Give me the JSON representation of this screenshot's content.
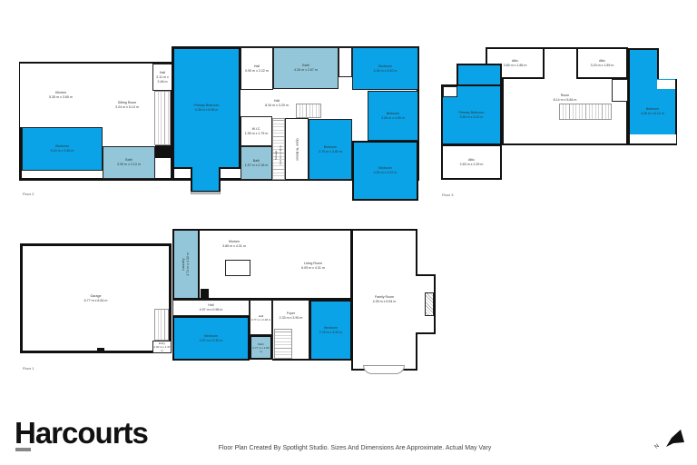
{
  "floors": {
    "floor_2": {
      "label": "Floor 2",
      "rooms": [
        {
          "name": "Kitchen",
          "dims": "5.35 m x 3.65 m"
        },
        {
          "name": "Sitting Room",
          "dims": "3.24 m x 5.13 m"
        },
        {
          "name": "Hall",
          "dims": "2.11 m x 2.46 m"
        },
        {
          "name": "Bedroom",
          "dims": "5.24 m x 3.45 m"
        },
        {
          "name": "Bath",
          "dims": "3.99 m x 2.13 m"
        },
        {
          "name": "Primary Bedroom",
          "dims": "4.36 m x 8.96 m"
        },
        {
          "name": "Hall",
          "dims": "0.90 m x 2.22 m"
        },
        {
          "name": "Bath",
          "dims": "4.26 m x 2.67 m"
        },
        {
          "name": "Bedroom",
          "dims": "4.94 m x 3.20 m"
        },
        {
          "name": "Hall",
          "dims": "8.34 m x 3.20 m"
        },
        {
          "name": "Bedroom",
          "dims": "3.00 m x 4.00 m"
        },
        {
          "name": "W.I.C.",
          "dims": "1.95 m x 1.75 m"
        },
        {
          "name": "Bath",
          "dims": "1.57 m x 2.18 m"
        },
        {
          "name": "Storage",
          "dims": "1.12 m x 2.48 m"
        },
        {
          "name": "Open To Below",
          "dims": ""
        },
        {
          "name": "Bedroom",
          "dims": "2.70 m x 3.80 m"
        },
        {
          "name": "Bedroom",
          "dims": "4.00 m x 4.02 m"
        }
      ]
    },
    "floor_3": {
      "label": "Floor 3",
      "rooms": [
        {
          "name": "Attic",
          "dims": "3.65 m x 1.86 m"
        },
        {
          "name": "Attic",
          "dims": "3.23 m x 1.89 m"
        },
        {
          "name": "Room",
          "dims": "8.14 m x 5.84 m"
        },
        {
          "name": "Primary Bedroom",
          "dims": "3.83 m x 5.23 m"
        },
        {
          "name": "Attic",
          "dims": "2.83 m x 2.25 m"
        },
        {
          "name": "Bedroom",
          "dims": "3.06 m x 6.12 m"
        }
      ]
    },
    "floor_1": {
      "label": "Floor 1",
      "rooms": [
        {
          "name": "Garage",
          "dims": "6.77 m x 6.54 m"
        },
        {
          "name": "Laundry",
          "dims": "1.74 m x 4.32 m"
        },
        {
          "name": "Entry",
          "dims": "1.40 m x 1.37 m"
        },
        {
          "name": "Kitchen",
          "dims": "3.85 m x 4.31 m"
        },
        {
          "name": "Living Room",
          "dims": "6.09 m x 4.31 m"
        },
        {
          "name": "Hall",
          "dims": "4.97 m x 0.98 m"
        },
        {
          "name": "Bedroom",
          "dims": "4.97 m x 3.30 m"
        },
        {
          "name": "Hall",
          "dims": "0.77 m x 2.18 m"
        },
        {
          "name": "Bath",
          "dims": "0.77 m x 1.80 m"
        },
        {
          "name": "Foyer",
          "dims": "2.33 m x 3.90 m"
        },
        {
          "name": "Bedroom",
          "dims": "2.78 m x 3.90 m"
        },
        {
          "name": "Family Room",
          "dims": "4.35 m x 5.54 m"
        }
      ]
    }
  },
  "footer": {
    "brand": "Harcourts",
    "disclaimer": "Floor Plan Created By Spotlight Studio. Sizes And Dimensions Are Approximate. Actual May Vary",
    "north_label": "N"
  },
  "colors": {
    "room_primary": "#0aa3e8",
    "room_wet": "#92c6d8",
    "wall": "#111111"
  }
}
